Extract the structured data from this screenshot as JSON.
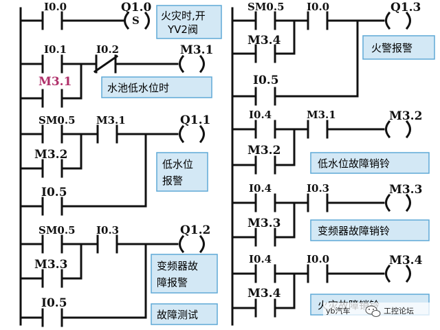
{
  "colors": {
    "line": "#111111",
    "note_bg": "#d3e8f5",
    "note_border": "#5ea9d6",
    "highlight_contact": "#b0306a"
  },
  "left_column": {
    "rung1": {
      "contact": "I0.0",
      "coil_address": "Q1.0",
      "coil_mark": "S",
      "note_lines": [
        "火灾时,开",
        "YV2阀"
      ]
    },
    "rung2": {
      "contact_no": "I0.1",
      "contact_nc": "I0.2",
      "seal_contact": "M3.1",
      "coil_address": "M3.1",
      "note": "水池低水位时"
    },
    "rung3": {
      "contact_pulse": "SM0.5",
      "contact_series": "M3.1",
      "branch_contact_1": "M3.2",
      "branch_contact_2": "I0.5",
      "coil_address": "Q1.1",
      "note_lines": [
        "低水位",
        "报警"
      ]
    },
    "rung4": {
      "contact_pulse": "SM0.5",
      "contact_series": "I0.3",
      "branch_contact_1": "M3.3",
      "branch_contact_2": "I0.5",
      "coil_address": "Q1.2",
      "note_lines": [
        "变频器故",
        "障报警"
      ],
      "note_test": "故障测试"
    }
  },
  "right_column": {
    "rung1": {
      "contact_pulse": "SM0.5",
      "contact_series": "I0.0",
      "branch_contact_1": "M3.4",
      "branch_contact_2": "I0.5",
      "coil_address": "Q1.3",
      "note": "火警报警"
    },
    "rung2": {
      "contact_1": "I0.4",
      "contact_2": "M3.1",
      "seal_contact": "M3.2",
      "coil_address": "M3.2",
      "note": "低水位故障销铃"
    },
    "rung3": {
      "contact_1": "I0.4",
      "contact_2": "I0.3",
      "seal_contact": "M3.3",
      "coil_address": "M3.3",
      "note": "变频器故障销铃"
    },
    "rung4": {
      "contact_1": "I0.4",
      "contact_2": "I0.0",
      "seal_contact": "M3.4",
      "coil_address": "M3.4",
      "note": "火灾故障销铃"
    }
  },
  "watermark": {
    "text": "yb汽车",
    "icon": "wechat-icon",
    "brand": "工控论坛"
  }
}
